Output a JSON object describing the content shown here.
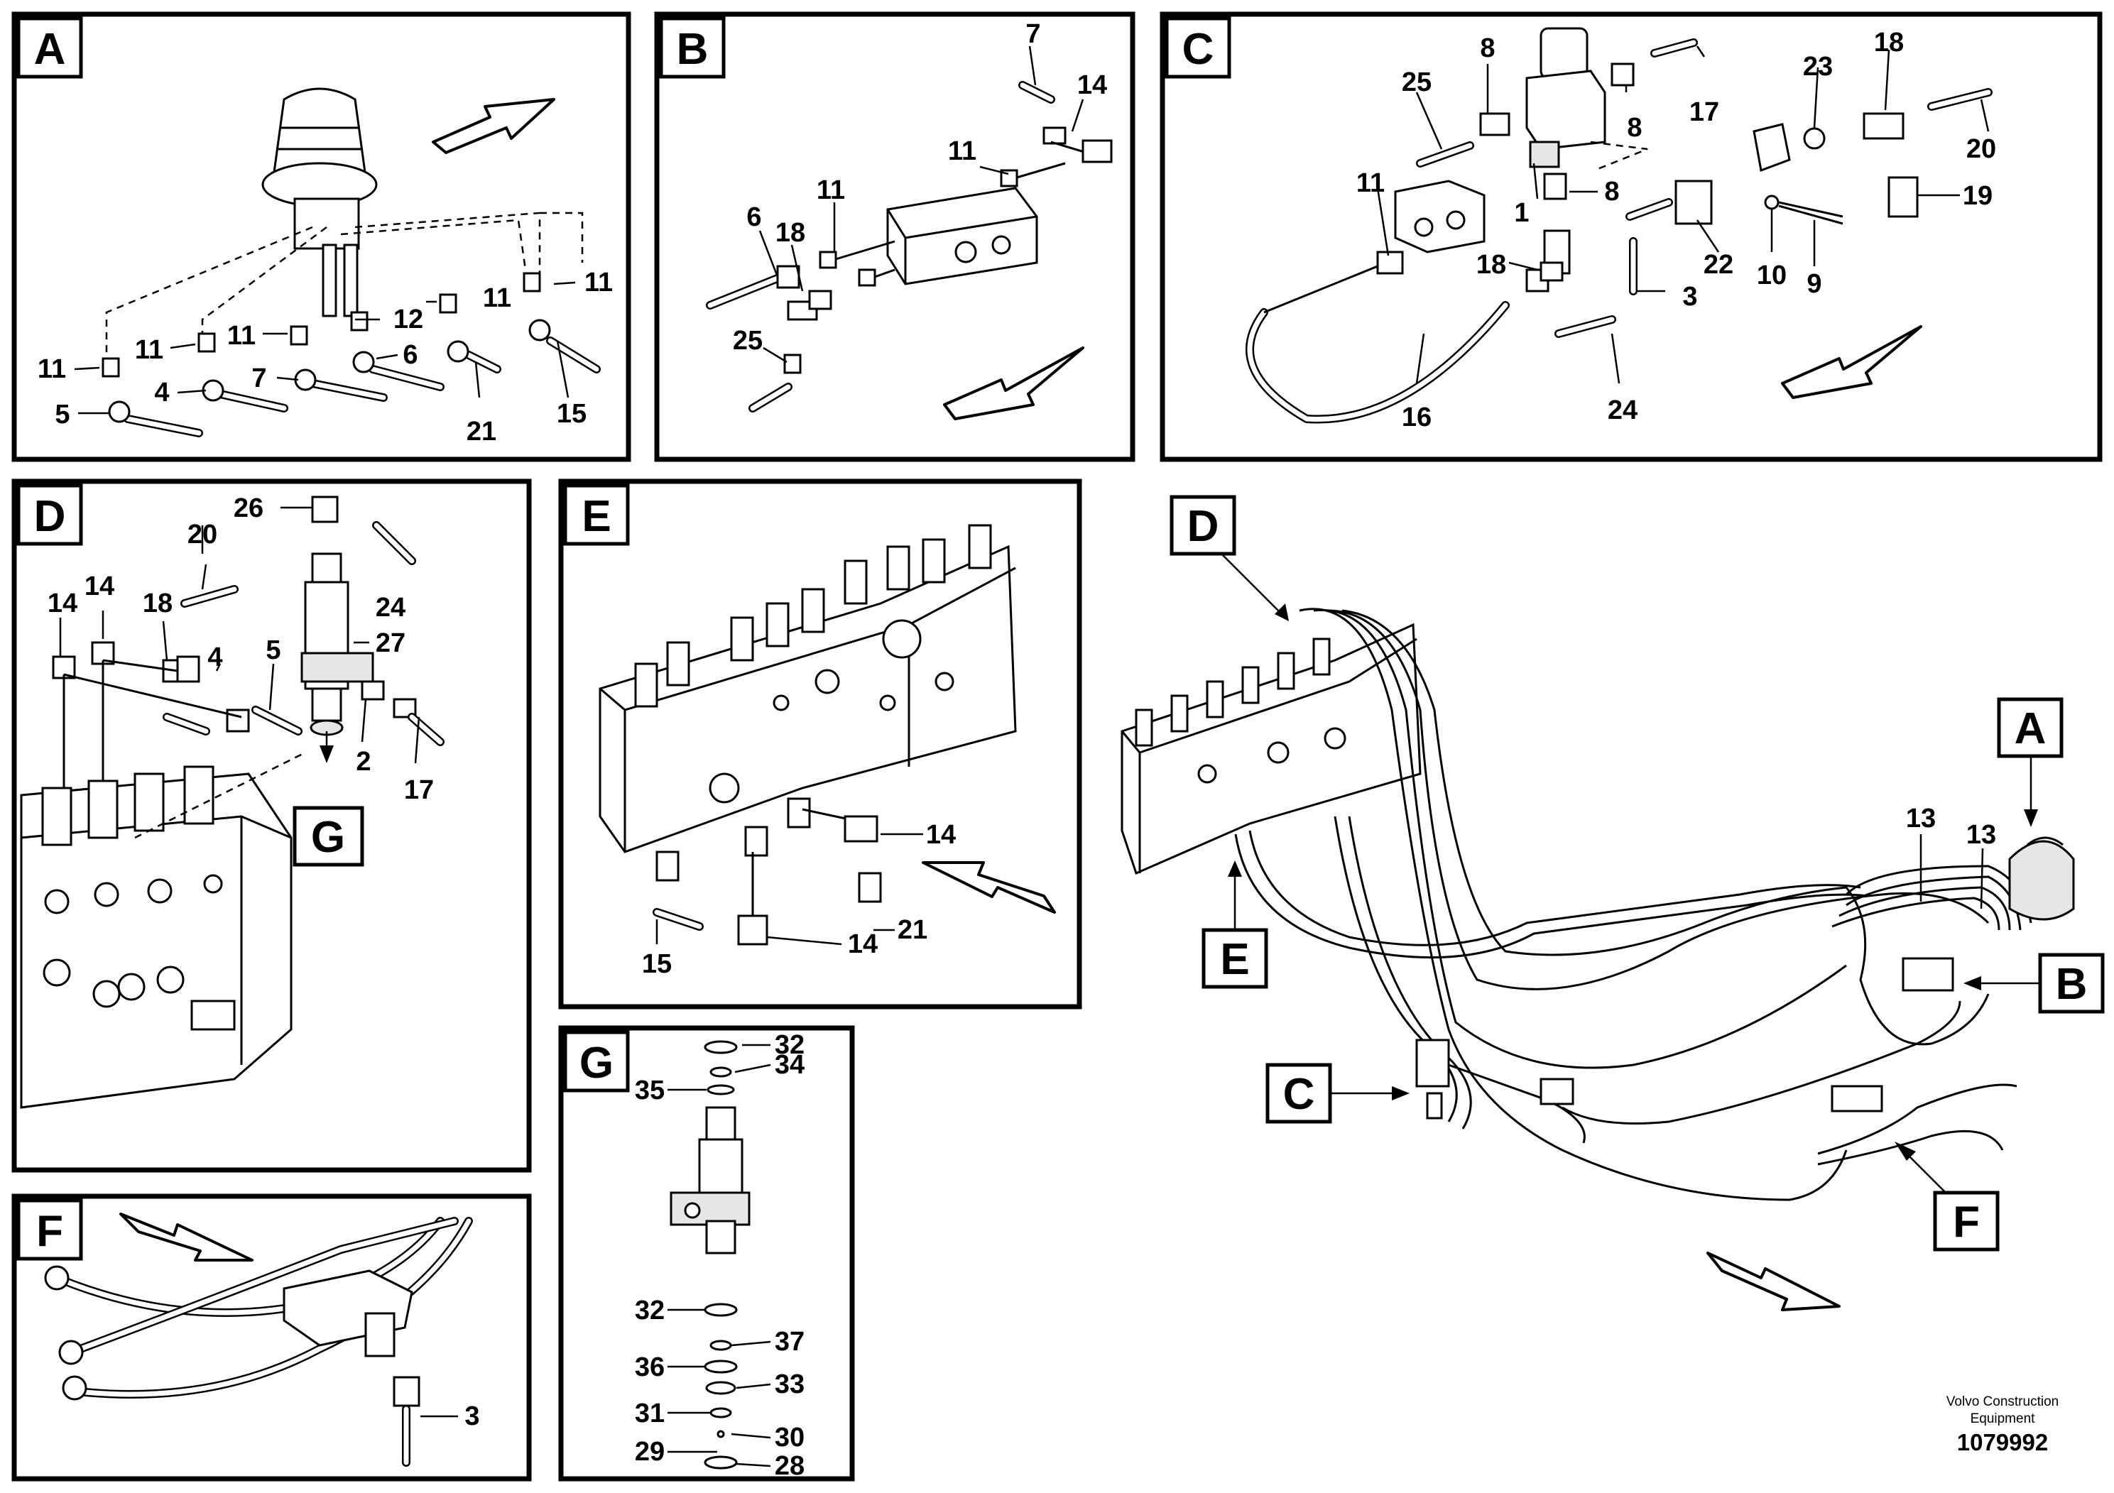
{
  "panels": [
    {
      "id": "A",
      "label": "A"
    },
    {
      "id": "B",
      "label": "B"
    },
    {
      "id": "C",
      "label": "C"
    },
    {
      "id": "D",
      "label": "D"
    },
    {
      "id": "E",
      "label": "E"
    },
    {
      "id": "F",
      "label": "F"
    },
    {
      "id": "G",
      "label": "G"
    }
  ],
  "callouts": {
    "A": [
      "11",
      "11",
      "12",
      "11",
      "11",
      "11",
      "4",
      "7",
      "6",
      "5",
      "21",
      "15"
    ],
    "B": [
      "7",
      "14",
      "11",
      "11",
      "6",
      "18",
      "25"
    ],
    "C": [
      "8",
      "25",
      "17",
      "8",
      "23",
      "18",
      "20",
      "11",
      "1",
      "8",
      "19",
      "18",
      "22",
      "10",
      "9",
      "3",
      "16",
      "24"
    ],
    "D": [
      "26",
      "20",
      "24",
      "14",
      "14",
      "18",
      "27",
      "4",
      "5",
      "2",
      "17"
    ],
    "D_ref": "G",
    "E": [
      "14",
      "21",
      "15",
      "14"
    ],
    "F": [
      "3"
    ],
    "G": [
      "32",
      "35",
      "34",
      "32",
      "37",
      "36",
      "33",
      "31",
      "30",
      "29",
      "28"
    ],
    "overview": [
      "13",
      "13"
    ],
    "overview_refs": [
      "D",
      "A",
      "E",
      "B",
      "C",
      "F"
    ]
  },
  "footer": {
    "company_line1": "Volvo Construction",
    "company_line2": "Equipment",
    "drawing_number": "1079992"
  }
}
